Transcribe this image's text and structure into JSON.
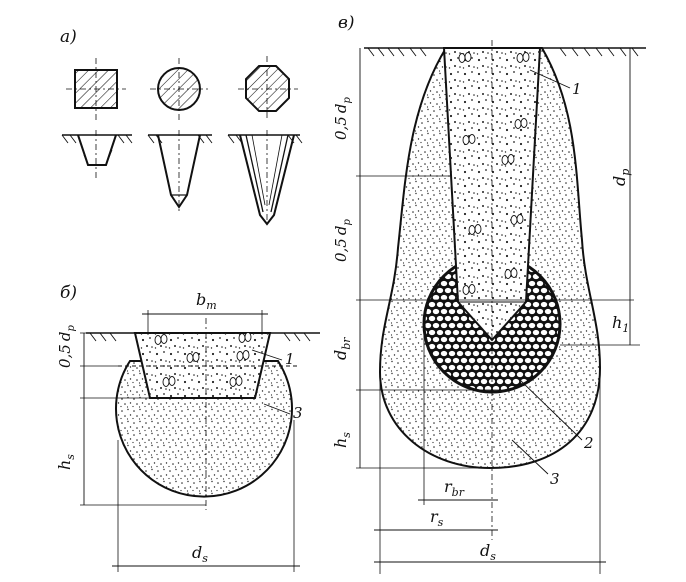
{
  "panels": {
    "a": "а)",
    "b": "б)",
    "v": "в)"
  },
  "labels_b": {
    "bm": "b",
    "bm_sub": "m",
    "half_dp": "0,5",
    "half_dp_var": "d",
    "half_dp_sub": "p",
    "hs": "h",
    "hs_sub": "s",
    "ds": "d",
    "ds_sub": "s",
    "callout_1": "1",
    "callout_3": "3"
  },
  "labels_v": {
    "half_dp_top": "0,5",
    "half_dp_top_var": "d",
    "half_dp_top_sub": "p",
    "half_dp_bottom": "0,5",
    "half_dp_bottom_var": "d",
    "half_dp_bottom_sub": "p",
    "dp": "d",
    "dp_sub": "p",
    "h1": "h",
    "h1_sub": "1",
    "dbr": "d",
    "dbr_sub": "br",
    "hs": "h",
    "hs_sub": "s",
    "rbr": "r",
    "rbr_sub": "br",
    "rs": "r",
    "rs_sub": "s",
    "ds": "d",
    "ds_sub": "s",
    "callout_1": "1",
    "callout_2": "2",
    "callout_3": "3"
  }
}
